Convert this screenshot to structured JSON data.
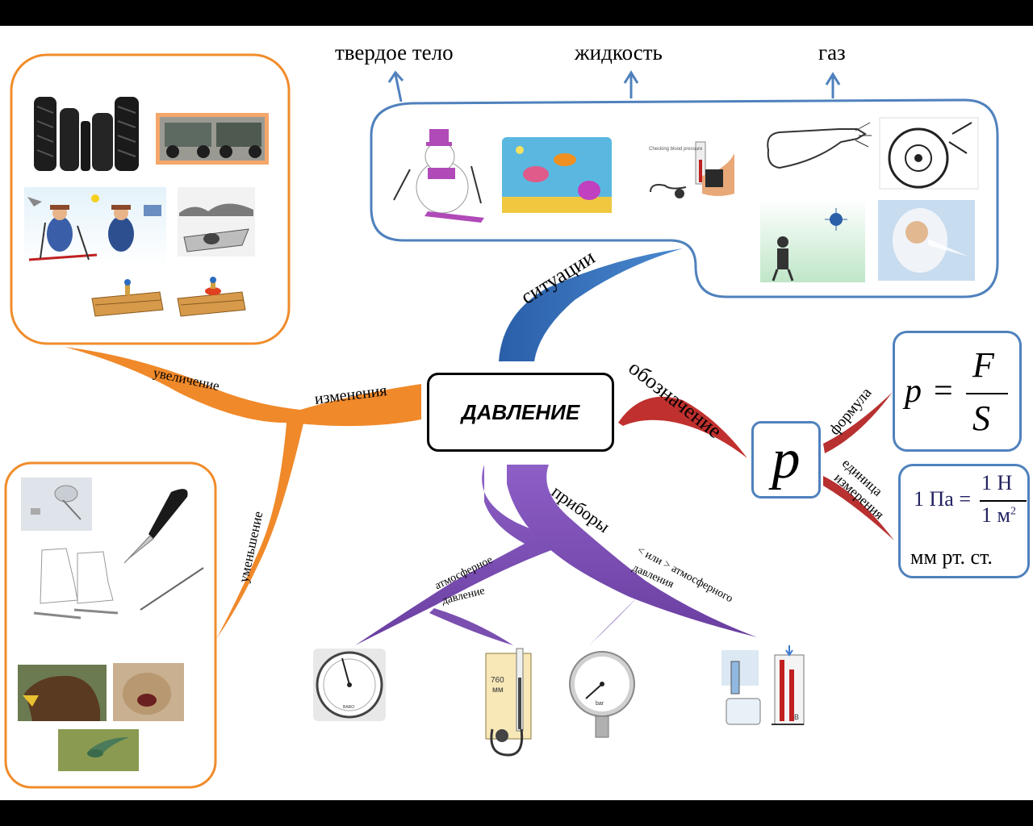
{
  "center": {
    "title": "ДАВЛЕНИЕ"
  },
  "states": {
    "solid": "твердое тело",
    "liquid": "жидкость",
    "gas": "газ"
  },
  "branches": {
    "situations": "ситуации",
    "notation": "обозначение",
    "changes": "изменения",
    "increase": "увеличение",
    "decrease": "уменьшение",
    "instruments": "приборы",
    "atmospheric_line1": "атмосферное",
    "atmospheric_line2": "давление",
    "compare_line1": "< или > атмосферного",
    "compare_line2": "давления",
    "formula": "формула",
    "unit_line1": "единица",
    "unit_line2": "измерения"
  },
  "symbol": "p",
  "formula": {
    "lhs": "p",
    "eq": "=",
    "numerator": "F",
    "denominator": "S"
  },
  "unit": {
    "lhs": "1 Па =",
    "numerator": "1 Н",
    "denominator": "1 м",
    "power": "2",
    "alt": "мм рт. ст."
  },
  "images": {
    "blood_pressure_caption": "Checking blood pressure",
    "barometer_caption": "BARO",
    "tube_caption_1": "760",
    "tube_caption_2": "мм",
    "gauge_unit": "bar",
    "manometer_mark": "B"
  },
  "colors": {
    "orange": "#f08c2a",
    "blue": "#4f81bd",
    "dark_blue": "#2e66b0",
    "red": "#c0302e",
    "purple": "#7a4fb0"
  }
}
